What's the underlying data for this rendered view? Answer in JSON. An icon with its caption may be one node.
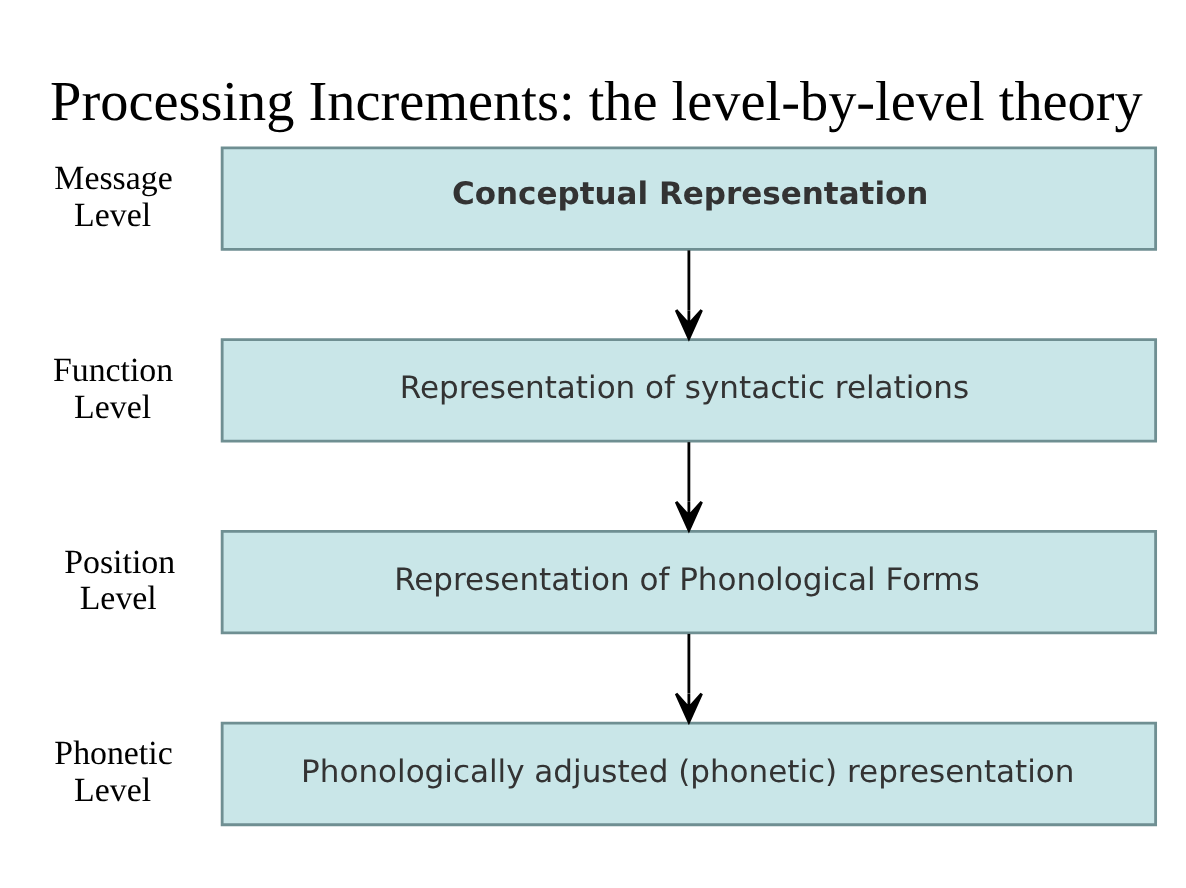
{
  "diagram": {
    "title": "Processing Increments: the level-by-level theory",
    "nodes": [
      {
        "text": [
          "Conceptual Representation"
        ],
        "beside": [
          "Message Level"
        ]
      },
      {
        "text": [
          "Representation of syntactic relations"
        ],
        "beside": [
          "Function Level"
        ]
      },
      {
        "text": [
          "Representation of Phonological Forms"
        ],
        "beside": [
          "Position Level"
        ]
      },
      {
        "text": [
          "Phonologically adjusted (phonetic) representation"
        ],
        "beside": [
          "Phonetic Level"
        ]
      }
    ],
    "edges": [
      {
        "from": 0,
        "to": 1,
        "arrow": "to"
      },
      {
        "from": 1,
        "to": 2,
        "arrow": "to"
      },
      {
        "from": 2,
        "to": 3,
        "arrow": "to"
      }
    ]
  }
}
